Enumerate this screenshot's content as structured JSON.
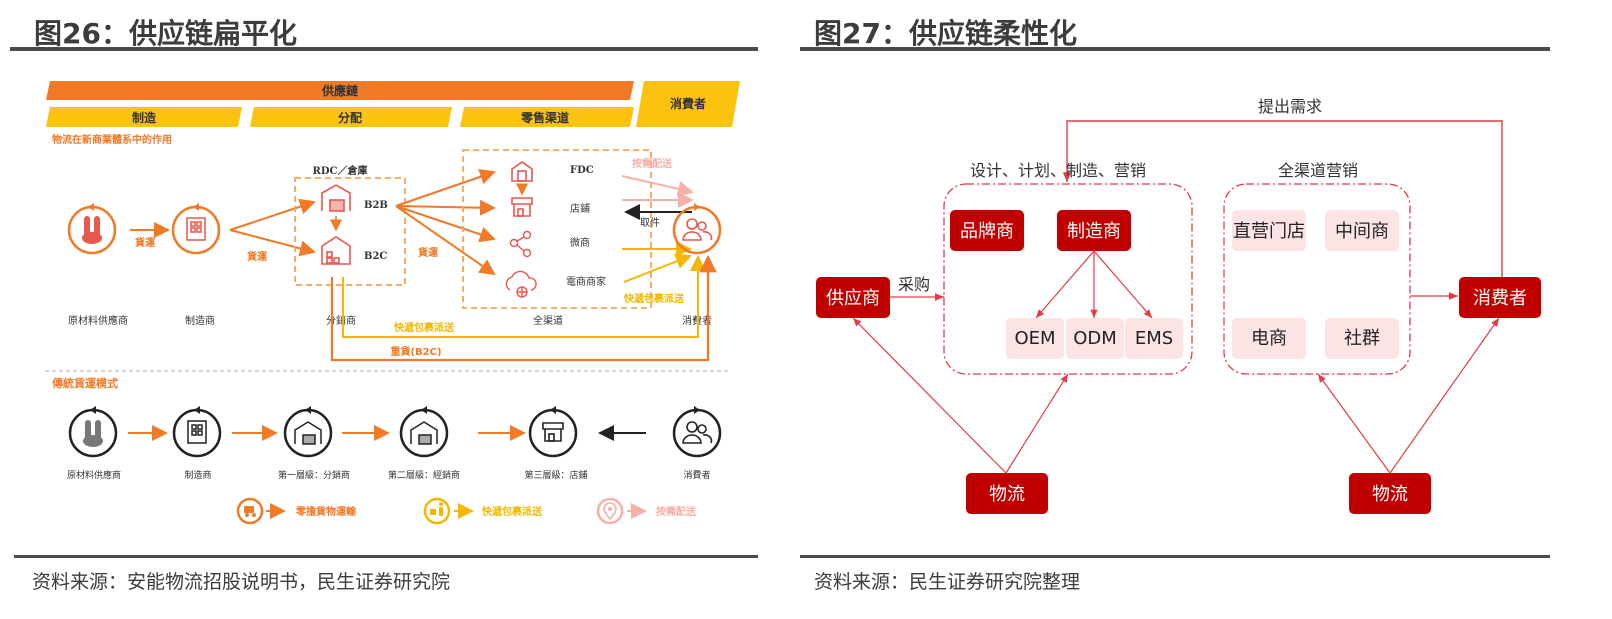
{
  "left_figure": {
    "title": "图26：供应链扁平化",
    "source": "资料来源：安能物流招股说明书，民生证券研究院",
    "header": {
      "supply_chain": "供應鏈",
      "stages": [
        "制造",
        "分配",
        "零售渠道"
      ],
      "consumer": "消費者"
    },
    "new_system": {
      "section_label": "物流在新商業體系中的作用",
      "nodes": {
        "raw_supplier": "原材料供應商",
        "manufacturer": "制造商",
        "distributor": "分銷商",
        "omnichannel": "全渠道",
        "consumer": "消費者"
      },
      "warehouse": {
        "label": "RDC／倉庫",
        "b2b": "B2B",
        "b2c": "B2C"
      },
      "channels": [
        "FDC",
        "店鋪",
        "微商",
        "電商商家"
      ],
      "edge_labels": {
        "freight_1": "貨運",
        "freight_2": "貨運",
        "freight_3": "貨運",
        "on_demand": "按需配送",
        "pickup": "取件",
        "express_right": "快遞包裹派送",
        "express_bottom": "快遞包裹派送",
        "heavy_goods": "重貨(B2C)"
      }
    },
    "traditional": {
      "section_label": "傳統貨運模式",
      "nodes": [
        "原材料供應商",
        "制造商",
        "第一層級：分銷商",
        "第二層級：經銷商",
        "第三層級：店鋪",
        "消費者"
      ]
    },
    "legend": [
      {
        "label": "零擔貨物運輸",
        "icon": "truck-icon",
        "color": "#f07a26"
      },
      {
        "label": "快遞包裹派送",
        "icon": "courier-icon",
        "color": "#f5b800"
      },
      {
        "label": "按需配送",
        "icon": "location-pin-icon",
        "color": "#f6b0a8"
      }
    ],
    "colors": {
      "orange": "#f07a26",
      "yellow": "#f5b800",
      "pink": "#f6b0a8",
      "red_icon": "#e8584e",
      "dark": "#222222"
    }
  },
  "right_figure": {
    "title": "图27：供应链柔性化",
    "source": "资料来源：民生证券研究院整理",
    "labels": {
      "demand": "提出需求",
      "group1_caption": "设计、计划、制造、营销",
      "group2_caption": "全渠道营销",
      "purchase": "采购"
    },
    "nodes": {
      "supplier": "供应商",
      "brand": "品牌商",
      "manufacturer": "制造商",
      "consumer": "消费者",
      "logistics_left": "物流",
      "logistics_right": "物流"
    },
    "manufacturing_types": [
      "OEM",
      "ODM",
      "EMS"
    ],
    "channels": [
      "直营门店",
      "中间商",
      "电商",
      "社群"
    ],
    "colors": {
      "dark_red": "#c00000",
      "light_pink": "#fce4e4",
      "line_red": "#e03c4a"
    }
  }
}
